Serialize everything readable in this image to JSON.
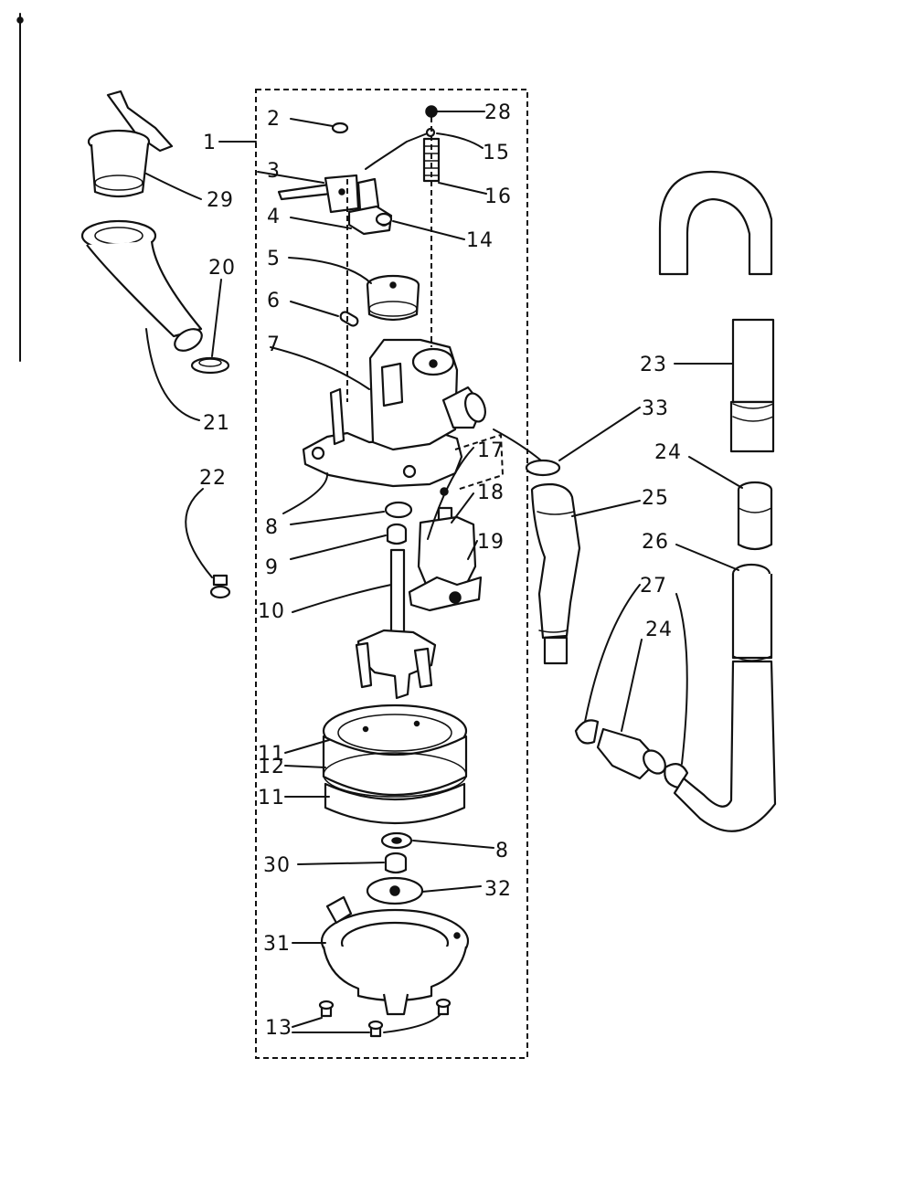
{
  "callouts": {
    "c1": "1",
    "c2": "2",
    "c3": "3",
    "c4": "4",
    "c5": "5",
    "c6": "6",
    "c7": "7",
    "c8a": "8",
    "c8b": "8",
    "c9": "9",
    "c10": "10",
    "c11a": "11",
    "c11b": "11",
    "c12": "12",
    "c13": "13",
    "c14": "14",
    "c15": "15",
    "c16": "16",
    "c17": "17",
    "c18": "18",
    "c19": "19",
    "c20": "20",
    "c21": "21",
    "c22": "22",
    "c23": "23",
    "c24a": "24",
    "c24b": "24",
    "c25": "25",
    "c26": "26",
    "c27": "27",
    "c28": "28",
    "c29": "29",
    "c30": "30",
    "c31": "31",
    "c32": "32",
    "c33": "33"
  }
}
